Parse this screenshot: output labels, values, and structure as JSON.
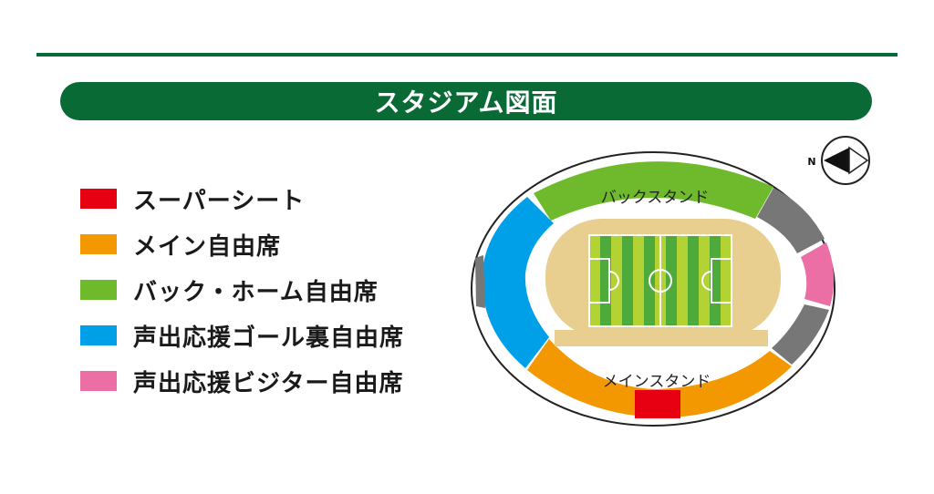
{
  "title": "スタジアム図面",
  "legend": [
    {
      "label": "スーパーシート",
      "color": "#e60012"
    },
    {
      "label": "メイン自由席",
      "color": "#f39800"
    },
    {
      "label": "バック・ホーム自由席",
      "color": "#6fba2c"
    },
    {
      "label": "声出応援ゴール裏自由席",
      "color": "#00a0e9"
    },
    {
      "label": "声出応援ビジター自由席",
      "color": "#eb6ea5"
    }
  ],
  "stadium": {
    "back_stand_label": "バックスタンド",
    "main_stand_label": "メインスタンド",
    "compass_label": "N",
    "closed_color": "#777777",
    "track_color": "#e8cf8f",
    "pitch_light": "#b3d335",
    "pitch_dark": "#4faa3c"
  }
}
